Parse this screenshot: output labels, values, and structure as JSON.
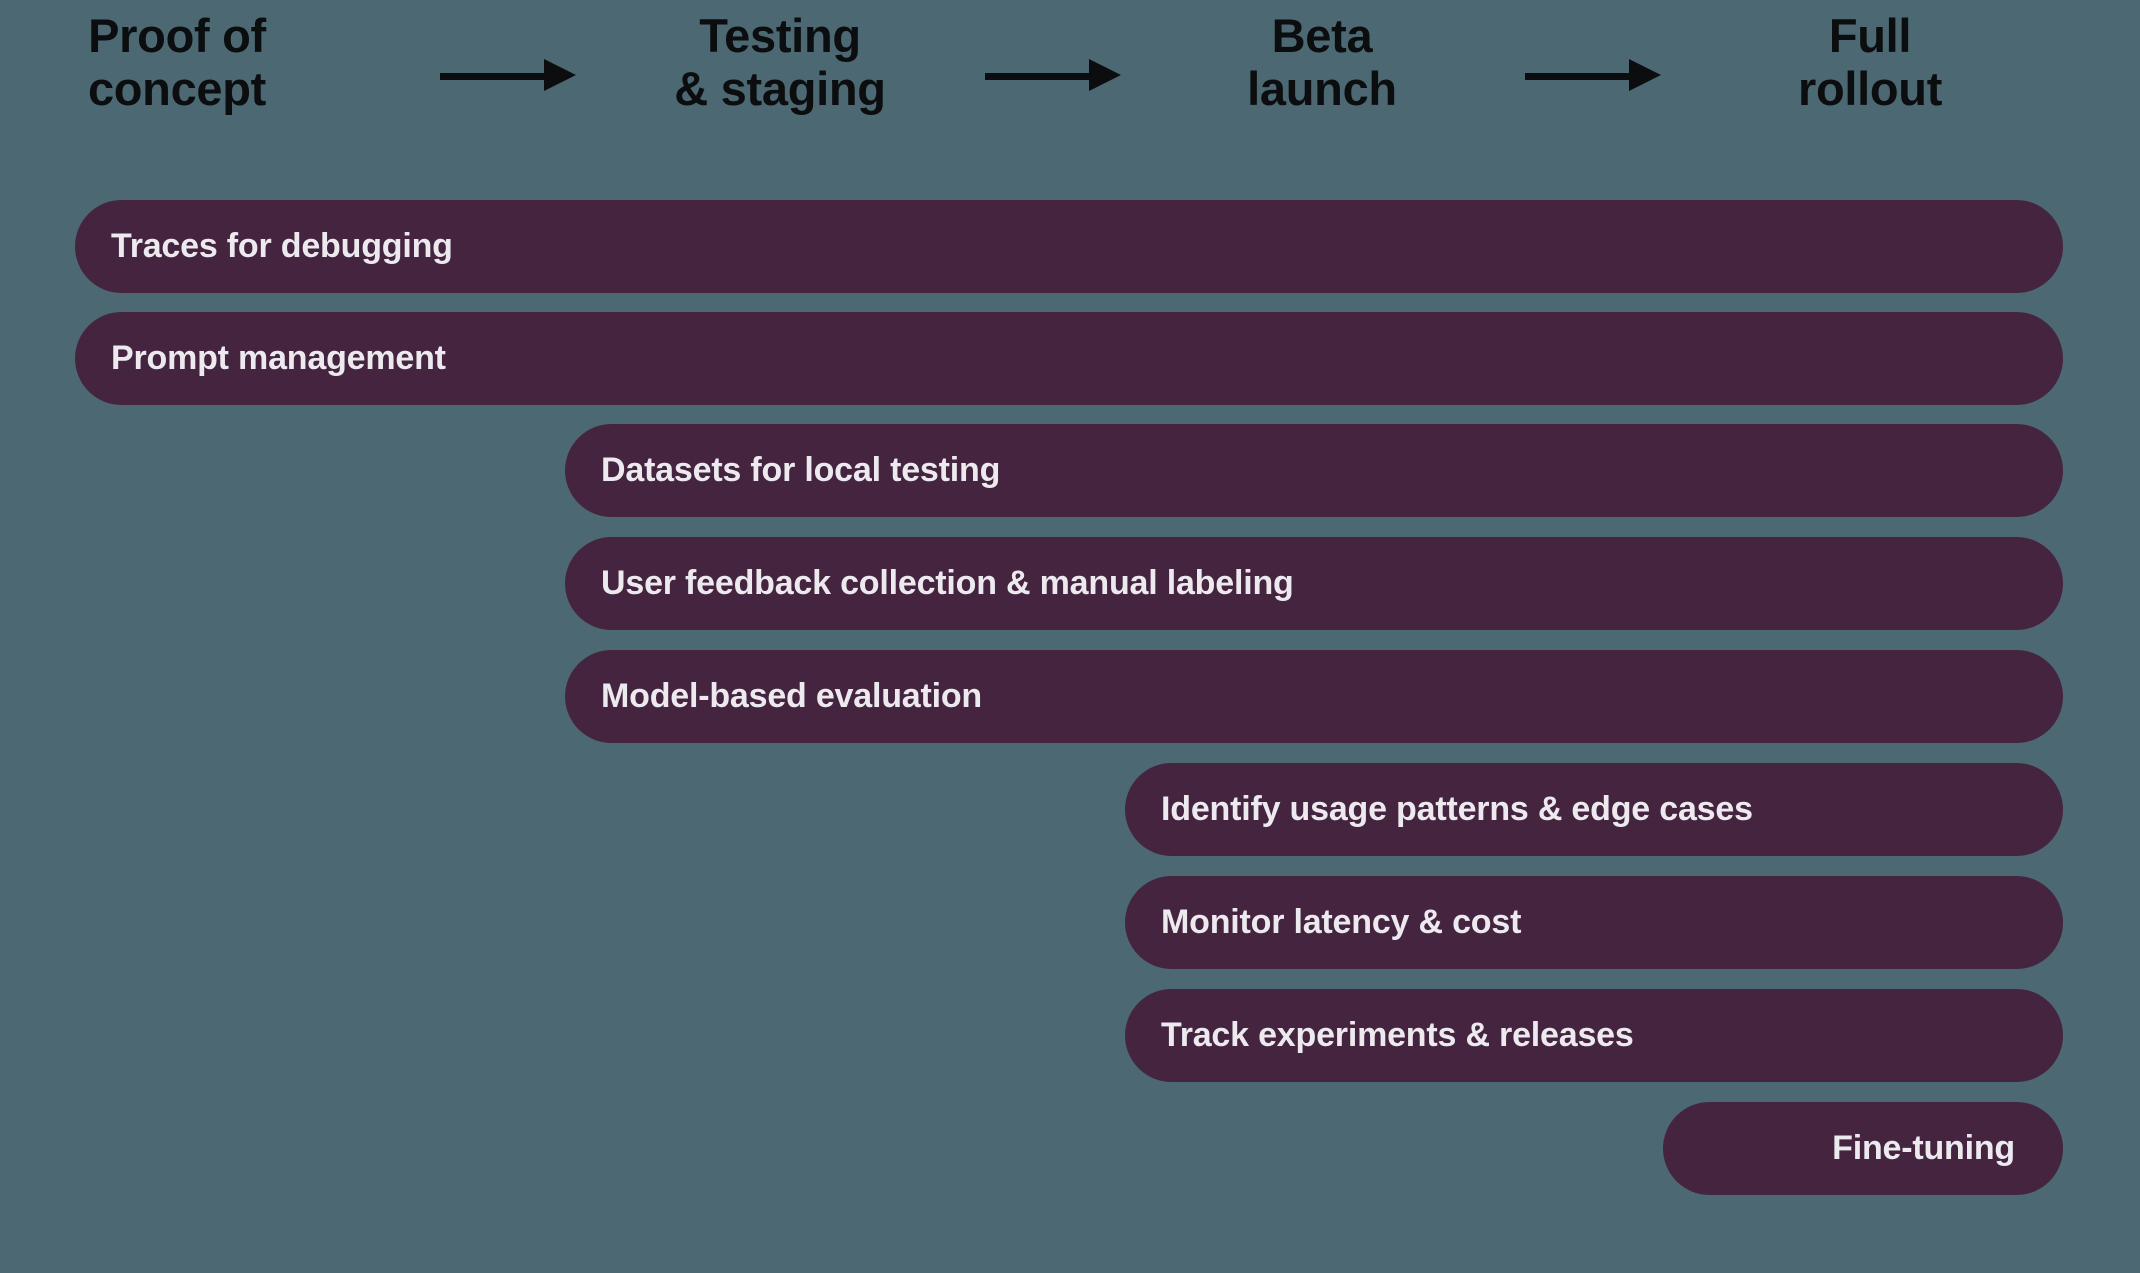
{
  "background_color": "#4c6873",
  "pill_color": "#45243f",
  "pill_text_color": "#eceaef",
  "stage_text_color": "#0b0d0e",
  "stages": [
    {
      "id": "proof-of-concept",
      "line1": "Proof of",
      "line2": "concept"
    },
    {
      "id": "testing-and-staging",
      "line1": "Testing",
      "line2": "& staging"
    },
    {
      "id": "beta-launch",
      "line1": "Beta",
      "line2": "launch"
    },
    {
      "id": "full-rollout",
      "line1": "Full",
      "line2": "rollout"
    }
  ],
  "arrows": [
    {
      "id": "arrow-poc-to-testing"
    },
    {
      "id": "arrow-testing-to-beta"
    },
    {
      "id": "arrow-beta-to-rollout"
    }
  ],
  "capabilities": [
    {
      "id": "traces-for-debugging",
      "label": "Traces for debugging",
      "start_stage": "proof-of-concept"
    },
    {
      "id": "prompt-management",
      "label": "Prompt management",
      "start_stage": "proof-of-concept"
    },
    {
      "id": "datasets-for-local-testing",
      "label": "Datasets for local testing",
      "start_stage": "testing-and-staging"
    },
    {
      "id": "user-feedback-collection",
      "label": "User feedback collection & manual labeling",
      "start_stage": "testing-and-staging"
    },
    {
      "id": "model-based-evaluation",
      "label": "Model-based evaluation",
      "start_stage": "testing-and-staging"
    },
    {
      "id": "identify-usage-patterns",
      "label": "Identify usage patterns & edge cases",
      "start_stage": "beta-launch"
    },
    {
      "id": "monitor-latency-and-cost",
      "label": "Monitor latency & cost",
      "start_stage": "beta-launch"
    },
    {
      "id": "track-experiments-and-releases",
      "label": "Track experiments & releases",
      "start_stage": "beta-launch"
    },
    {
      "id": "fine-tuning",
      "label": "Fine-tuning",
      "start_stage": "full-rollout"
    }
  ]
}
